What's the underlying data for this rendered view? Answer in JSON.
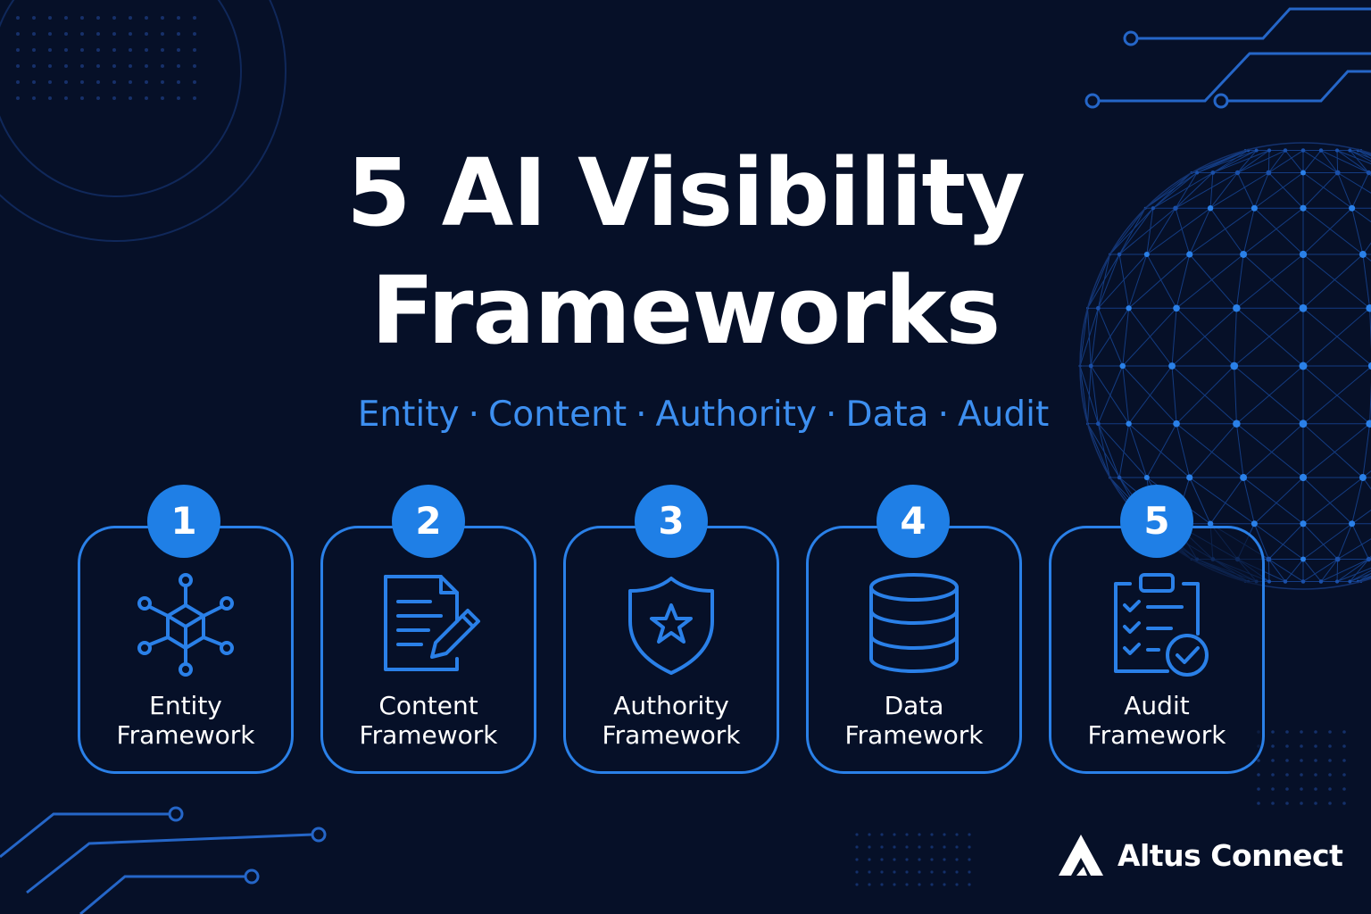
{
  "title": {
    "line1": "5 AI Visibility",
    "line2": "Frameworks"
  },
  "subtitle": {
    "items": [
      "Entity",
      "Content",
      "Authority",
      "Data",
      "Audit"
    ],
    "separator": "·"
  },
  "cards": [
    {
      "number": "1",
      "line1": "Entity",
      "line2": "Framework",
      "icon": "network-cube-icon"
    },
    {
      "number": "2",
      "line1": "Content",
      "line2": "Framework",
      "icon": "document-pencil-icon"
    },
    {
      "number": "3",
      "line1": "Authority",
      "line2": "Framework",
      "icon": "shield-star-icon"
    },
    {
      "number": "4",
      "line1": "Data",
      "line2": "Framework",
      "icon": "database-icon"
    },
    {
      "number": "5",
      "line1": "Audit",
      "line2": "Framework",
      "icon": "clipboard-check-icon"
    }
  ],
  "brand": {
    "name": "Altus Connect",
    "icon": "altus-logo-icon"
  },
  "colors": {
    "background": "#061028",
    "accent": "#2a80e8",
    "subtitle": "#3d8ff0",
    "text": "#ffffff"
  }
}
